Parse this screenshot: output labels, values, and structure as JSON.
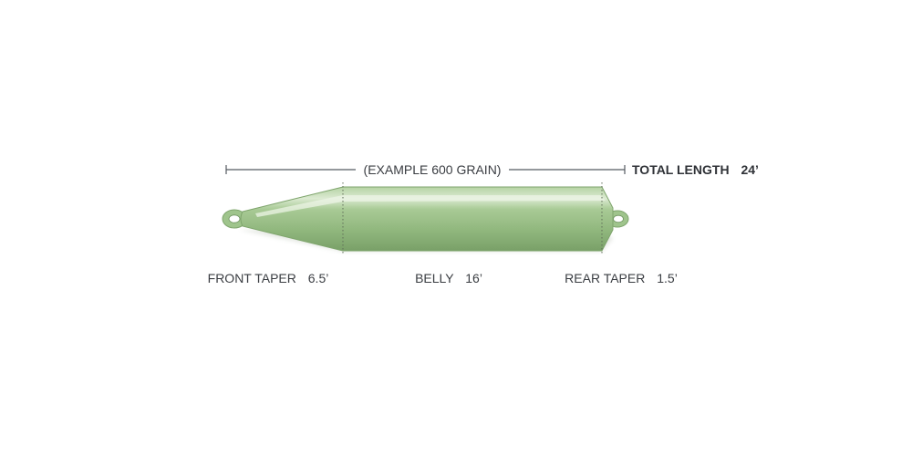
{
  "example_label": "(EXAMPLE 600 GRAIN)",
  "total_length": {
    "label": "TOTAL LENGTH",
    "value": "24’"
  },
  "sections": [
    {
      "name": "FRONT TAPER",
      "length": "6.5’"
    },
    {
      "name": "BELLY",
      "length": "16’"
    },
    {
      "name": "REAR TAPER",
      "length": "1.5’"
    }
  ],
  "colors": {
    "line_body": "#9fc48c",
    "line_highlight": "#dcead2",
    "line_shadow": "#6f9460",
    "dimension_line": "#555a60",
    "text": "#3a3d42"
  }
}
